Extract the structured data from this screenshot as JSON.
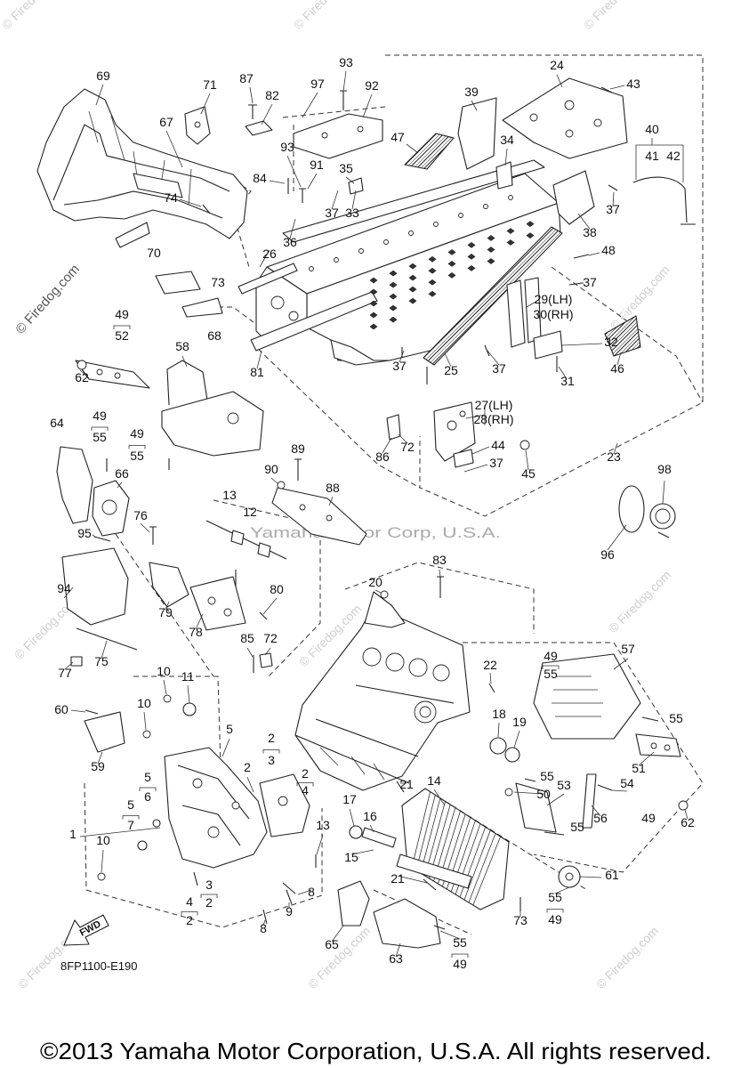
{
  "diagram": {
    "code": "8FP1100-E190",
    "direction_marker": "FWD",
    "watermark_text": "Yamaha Motor Corp, U.S.A.",
    "site_watermark": "© Firedog.com",
    "copyright": "©2013 Yamaha Motor Corporation, U.S.A. All rights reserved.",
    "callouts": [
      "69",
      "71",
      "87",
      "82",
      "93",
      "97",
      "92",
      "24",
      "43",
      "39",
      "67",
      "93",
      "91",
      "35",
      "47",
      "34",
      "40",
      "41",
      "42",
      "84",
      "37",
      "33",
      "37",
      "38",
      "74",
      "36",
      "26",
      "48",
      "70",
      "73",
      "37",
      "29(LH)",
      "30(RH)",
      "68",
      "32",
      "46",
      "62",
      "58",
      "81",
      "25",
      "37",
      "37",
      "31",
      "27(LH)",
      "28(RH)",
      "64",
      "86",
      "72",
      "89",
      "44",
      "37",
      "45",
      "23",
      "98",
      "90",
      "88",
      "66",
      "13",
      "12",
      "76",
      "95",
      "96",
      "83",
      "20",
      "80",
      "94",
      "79",
      "78",
      "85",
      "72",
      "57",
      "22",
      "77",
      "75",
      "10",
      "11",
      "60",
      "10",
      "18",
      "19",
      "55",
      "5",
      "59",
      "51",
      "2",
      "55",
      "53",
      "54",
      "50",
      "21",
      "14",
      "17",
      "16",
      "56",
      "49",
      "55",
      "13",
      "1",
      "62",
      "10",
      "15",
      "21",
      "61",
      "8",
      "9",
      "73",
      "8",
      "65",
      "63"
    ],
    "stacked_callouts": [
      {
        "top": "49",
        "bottom": "52"
      },
      {
        "top": "49",
        "bottom": "55"
      },
      {
        "top": "49",
        "bottom": "55"
      },
      {
        "top": "49",
        "bottom": "55"
      },
      {
        "top": "2",
        "bottom": "3"
      },
      {
        "top": "5",
        "bottom": "6"
      },
      {
        "top": "2",
        "bottom": "4"
      },
      {
        "top": "5",
        "bottom": "7"
      },
      {
        "top": "3",
        "bottom": "2"
      },
      {
        "top": "4",
        "bottom": "2"
      },
      {
        "top": "55",
        "bottom": "49"
      },
      {
        "top": "55",
        "bottom": "49"
      }
    ]
  }
}
